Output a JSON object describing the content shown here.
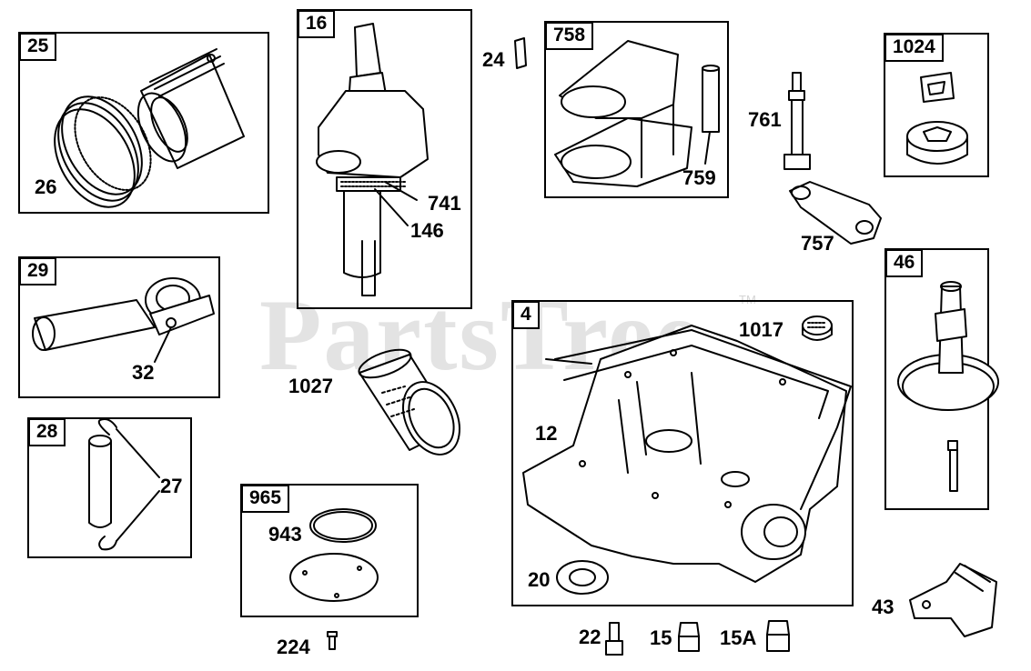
{
  "watermark": {
    "text": "PartsTree",
    "trademark": "TM"
  },
  "groups": {
    "g25": "25",
    "g16": "16",
    "g758": "758",
    "g1024": "1024",
    "g29": "29",
    "g4": "4",
    "g46": "46",
    "g28": "28",
    "g965": "965"
  },
  "parts": {
    "p26": "26",
    "p24": "24",
    "p741": "741",
    "p146": "146",
    "p759": "759",
    "p761": "761",
    "p757": "757",
    "p32": "32",
    "p1027": "1027",
    "p1017": "1017",
    "p12": "12",
    "p20": "20",
    "p27": "27",
    "p943": "943",
    "p224": "224",
    "p22": "22",
    "p15": "15",
    "p15a": "15A",
    "p43": "43"
  },
  "colors": {
    "line": "#000000",
    "watermark": "#e3e3e3",
    "background": "#ffffff"
  }
}
